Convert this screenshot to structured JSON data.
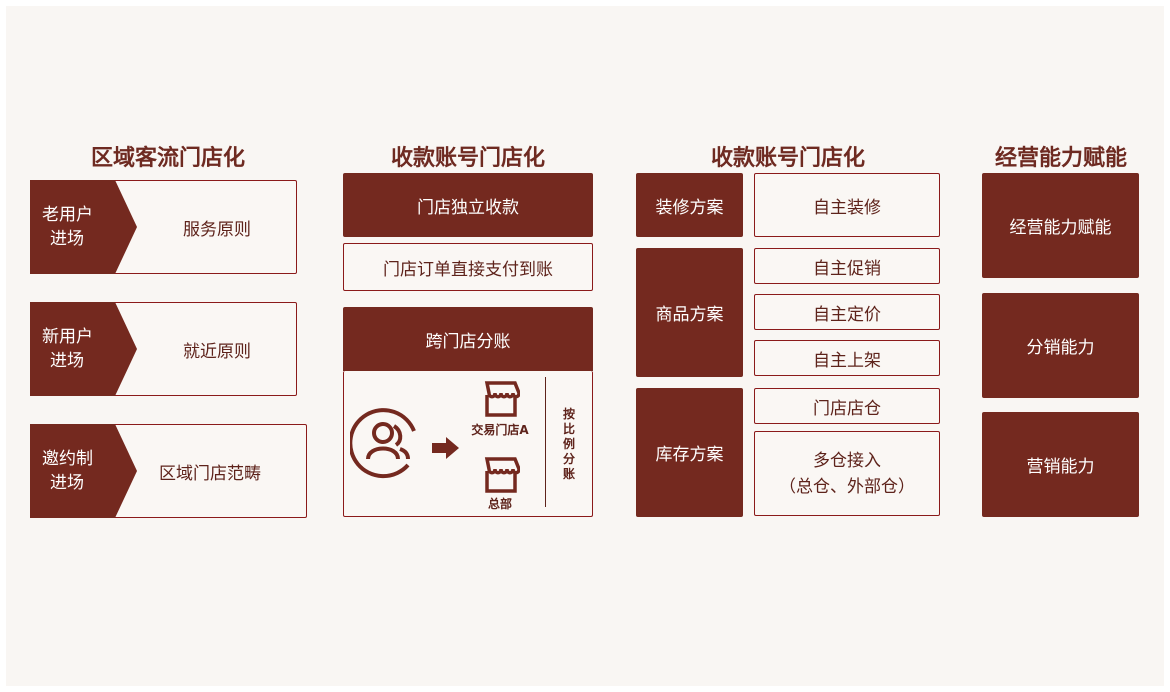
{
  "columns": [
    {
      "title": "区域客流门店化",
      "rows": [
        {
          "tag": "老用户\n进场",
          "tag_l1": "老用户",
          "tag_l2": "进场",
          "text": "服务原则"
        },
        {
          "tag_l1": "新用户",
          "tag_l2": "进场",
          "text": "就近原则"
        },
        {
          "tag_l1": "邀约制",
          "tag_l2": "进场",
          "text": "区域门店范畴"
        }
      ]
    },
    {
      "title": "收款账号门店化",
      "box1": "门店独立收款",
      "box2": "门店订单直接支付到账",
      "box3_header": "跨门店分账",
      "store_a": "交易门店A",
      "hq": "总部",
      "split_label": "按比例分账"
    },
    {
      "title": "收款账号门店化",
      "groups": [
        {
          "label": "装修方案",
          "items": [
            "自主装修"
          ]
        },
        {
          "label": "商品方案",
          "items": [
            "自主促销",
            "自主定价",
            "自主上架"
          ]
        },
        {
          "label": "库存方案",
          "items": [
            "门店店仓",
            "多仓接入",
            "（总仓、外部仓）"
          ]
        }
      ]
    },
    {
      "title": "经营能力赋能",
      "items": [
        "经营能力赋能",
        "分销能力",
        "营销能力"
      ]
    }
  ],
  "colors": {
    "primary": "#74291f",
    "background": "#f9f6f3"
  }
}
